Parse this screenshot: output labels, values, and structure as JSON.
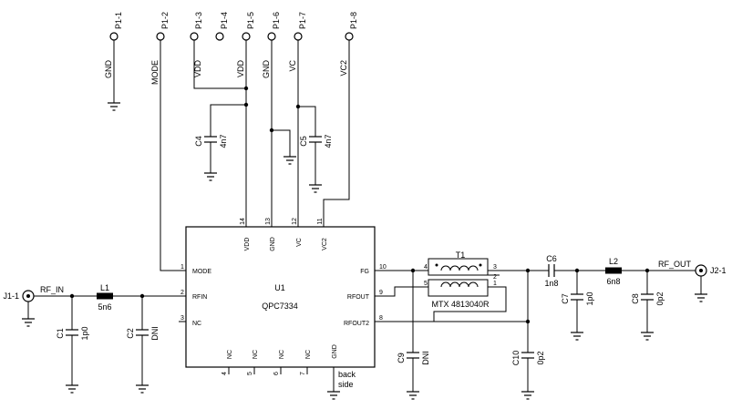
{
  "connector_pins": [
    {
      "pin": "P1-1",
      "signal": "GND"
    },
    {
      "pin": "P1-2",
      "signal": "MODE"
    },
    {
      "pin": "P1-3",
      "signal": "VDD"
    },
    {
      "pin": "P1-4",
      "signal": ""
    },
    {
      "pin": "P1-5",
      "signal": "VDD"
    },
    {
      "pin": "P1-6",
      "signal": "GND"
    },
    {
      "pin": "P1-7",
      "signal": "VC"
    },
    {
      "pin": "P1-8",
      "signal": "VC2"
    }
  ],
  "ic": {
    "ref": "U1",
    "part": "QPC7334",
    "pins": {
      "mode": {
        "num": "1",
        "name": "MODE"
      },
      "rfin": {
        "num": "2",
        "name": "RFIN"
      },
      "nc3": {
        "num": "3",
        "name": "NC"
      },
      "nc4": {
        "num": "4",
        "name": "NC"
      },
      "nc5": {
        "num": "5",
        "name": "NC"
      },
      "nc6": {
        "num": "6",
        "name": "NC"
      },
      "nc7": {
        "num": "7",
        "name": "NC"
      },
      "rfout2": {
        "num": "8",
        "name": "RFOUT2"
      },
      "rfout": {
        "num": "9",
        "name": "RFOUT"
      },
      "fg": {
        "num": "10",
        "name": "FG"
      },
      "vc2": {
        "num": "11",
        "name": "VC2"
      },
      "vc": {
        "num": "12",
        "name": "VC"
      },
      "gnd": {
        "num": "13",
        "name": "GND"
      },
      "vdd": {
        "num": "14",
        "name": "VDD"
      },
      "back": {
        "name1": "GND",
        "name2_line1": "back",
        "name2_line2": "side"
      }
    }
  },
  "components": {
    "C4": {
      "ref": "C4",
      "value": "4n7"
    },
    "C5": {
      "ref": "C5",
      "value": "4n7"
    },
    "L1": {
      "ref": "L1",
      "value": "5n6"
    },
    "C1": {
      "ref": "C1",
      "value": "1p0"
    },
    "C2": {
      "ref": "C2",
      "value": "DNI"
    },
    "C9": {
      "ref": "C9",
      "value": "DNI"
    },
    "C10": {
      "ref": "C10",
      "value": "0p2"
    },
    "C6": {
      "ref": "C6",
      "value": "1n8"
    },
    "C7": {
      "ref": "C7",
      "value": "1p0"
    },
    "L2": {
      "ref": "L2",
      "value": "6n8"
    },
    "C8": {
      "ref": "C8",
      "value": "0p2"
    }
  },
  "transformer": {
    "ref": "T1",
    "part": "MTX 4813040R",
    "pins": [
      "1",
      "2",
      "3",
      "4",
      "5"
    ]
  },
  "ports": {
    "input": {
      "ref": "J1-1",
      "net": "RF_IN"
    },
    "output": {
      "ref": "J2-1",
      "net": "RF_OUT"
    }
  }
}
